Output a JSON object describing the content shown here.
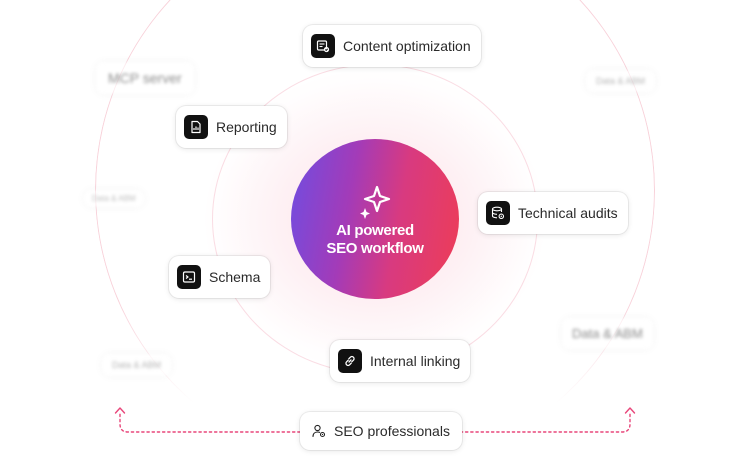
{
  "center": {
    "line1": "AI powered",
    "line2": "SEO workflow",
    "icon": "sparkle-icon"
  },
  "nodes": {
    "content_optimization": {
      "label": "Content optimization",
      "icon": "document-check-icon"
    },
    "reporting": {
      "label": "Reporting",
      "icon": "report-icon"
    },
    "technical_audits": {
      "label": "Technical audits",
      "icon": "database-gear-icon"
    },
    "schema": {
      "label": "Schema",
      "icon": "terminal-icon"
    },
    "internal_linking": {
      "label": "Internal linking",
      "icon": "link-icon"
    }
  },
  "ghost_labels": {
    "mcp_server": "MCP server",
    "data_abm_top_right": "Data & ABM",
    "left_mid": "Data & ABM",
    "data_abm_right": "Data & ABM",
    "data_abm_bottom_left": "Data & ABM"
  },
  "footer": {
    "label": "SEO professionals",
    "icon": "user-gear-icon"
  },
  "colors": {
    "orb_start": "#6f4de2",
    "orb_end": "#ee3d55",
    "accent_pink": "#e8467a",
    "icon_bg": "#111111"
  }
}
